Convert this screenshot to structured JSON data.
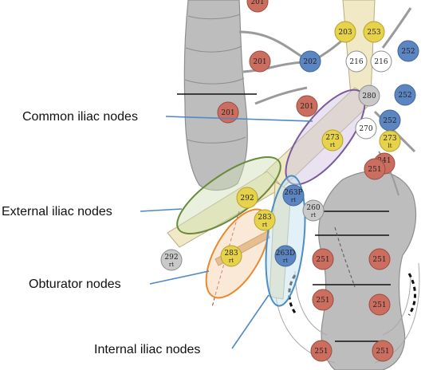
{
  "callouts": {
    "common": "Common iliac nodes",
    "external": "External iliac nodes",
    "obturator": "Obturator nodes",
    "internal": "Internal iliac nodes"
  },
  "colors": {
    "red": "#cc6e5f",
    "yellow": "#e6d34a",
    "blue": "#5b86c2",
    "gray": "#c9c9c9",
    "white": "#ffffff",
    "bowel": "#b9b9b9",
    "common_ellipse": "#7a5a9a",
    "external_ellipse": "#6b8a3a",
    "obturator_ellipse": "#e8892f",
    "internal_ellipse": "#4a8fc4",
    "callout_line": "#4f88c6"
  },
  "nodes": [
    {
      "id": "n-201-top",
      "code": "201",
      "sub": "",
      "color": "red"
    },
    {
      "id": "n-201-left",
      "code": "201",
      "sub": "",
      "color": "red"
    },
    {
      "id": "n-201-mid",
      "code": "201",
      "sub": "",
      "color": "red"
    },
    {
      "id": "n-202",
      "code": "202",
      "sub": "",
      "color": "blue"
    },
    {
      "id": "n-203",
      "code": "203",
      "sub": "",
      "color": "yellow"
    },
    {
      "id": "n-253",
      "code": "253",
      "sub": "",
      "color": "yellow"
    },
    {
      "id": "n-216a",
      "code": "216",
      "sub": "",
      "color": "white"
    },
    {
      "id": "n-216b",
      "code": "216",
      "sub": "",
      "color": "white"
    },
    {
      "id": "n-252a",
      "code": "252",
      "sub": "",
      "color": "blue"
    },
    {
      "id": "n-252b",
      "code": "252",
      "sub": "",
      "color": "blue"
    },
    {
      "id": "n-252c",
      "code": "252",
      "sub": "",
      "color": "blue"
    },
    {
      "id": "n-280",
      "code": "280",
      "sub": "",
      "color": "gray"
    },
    {
      "id": "n-270",
      "code": "270",
      "sub": "",
      "color": "white"
    },
    {
      "id": "n-273rt",
      "code": "273",
      "sub": "rt",
      "color": "yellow"
    },
    {
      "id": "n-273lt",
      "code": "273",
      "sub": "lt",
      "color": "yellow"
    },
    {
      "id": "n-241",
      "code": "241",
      "sub": "t",
      "color": "red"
    },
    {
      "id": "n-251a",
      "code": "251",
      "sub": "",
      "color": "red"
    },
    {
      "id": "n-292",
      "code": "292",
      "sub": "",
      "color": "yellow"
    },
    {
      "id": "n-263p",
      "code": "263P",
      "sub": "rt",
      "color": "blue"
    },
    {
      "id": "n-260",
      "code": "260",
      "sub": "rt",
      "color": "gray"
    },
    {
      "id": "n-283a",
      "code": "283",
      "sub": "rt",
      "color": "yellow"
    },
    {
      "id": "n-283b",
      "code": "283",
      "sub": "rt",
      "color": "yellow"
    },
    {
      "id": "n-292rt",
      "code": "292",
      "sub": "rt",
      "color": "gray"
    },
    {
      "id": "n-263d",
      "code": "263D",
      "sub": "rt",
      "color": "blue"
    },
    {
      "id": "n-251b",
      "code": "251",
      "sub": "",
      "color": "red"
    },
    {
      "id": "n-251c",
      "code": "251",
      "sub": "",
      "color": "red"
    },
    {
      "id": "n-251d",
      "code": "251",
      "sub": "",
      "color": "red"
    },
    {
      "id": "n-251e",
      "code": "251",
      "sub": "",
      "color": "red"
    },
    {
      "id": "n-251f",
      "code": "251",
      "sub": "",
      "color": "red"
    },
    {
      "id": "n-251g",
      "code": "251",
      "sub": "",
      "color": "red"
    }
  ]
}
